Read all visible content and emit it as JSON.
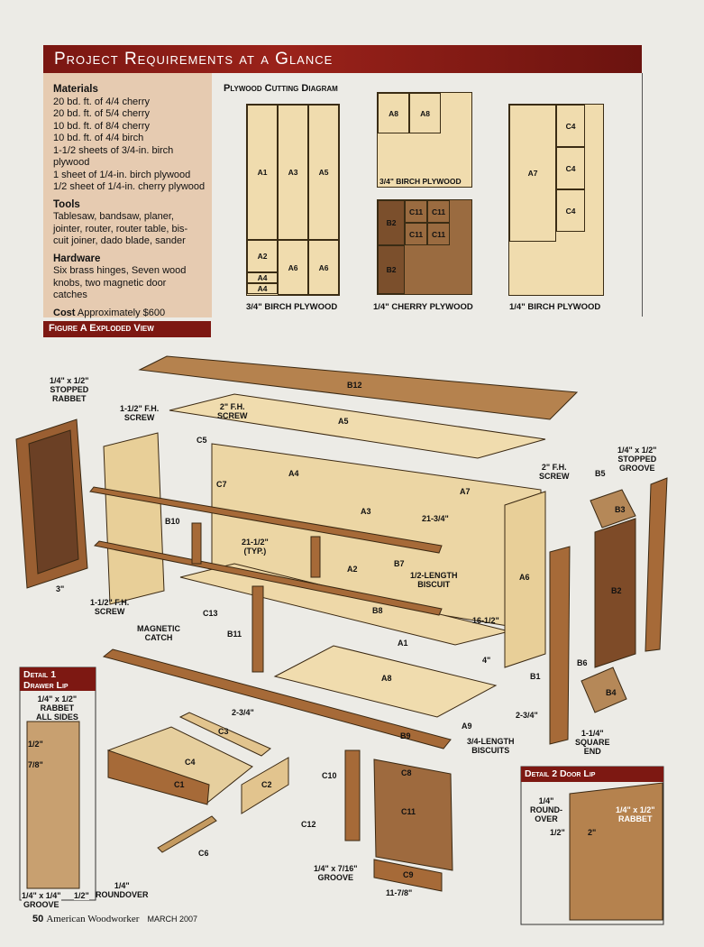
{
  "banner": {
    "title": "Project Requirements at a Glance"
  },
  "materials": {
    "heading": "Materials",
    "items": [
      "20 bd. ft. of 4/4 cherry",
      "20 bd. ft. of 5/4 cherry",
      "10 bd. ft. of 8/4 cherry",
      "10 bd. ft. of 4/4 birch",
      "1-1/2 sheets of 3/4-in. birch plywood",
      "1 sheet of 1/4-in. birch plywood",
      "1/2 sheet of 1/4-in. cherry plywood"
    ]
  },
  "tools": {
    "heading": "Tools",
    "text": [
      "Tablesaw, bandsaw, planer,",
      "jointer, router, router table, bis-",
      "cuit joiner, dado blade, sander"
    ]
  },
  "hardware": {
    "heading": "Hardware",
    "text": [
      "Six brass hinges, Seven wood",
      "knobs, two magnetic door",
      "catches"
    ]
  },
  "cost": {
    "heading": "Cost",
    "text": "Approximately $600"
  },
  "cutting_diagram": {
    "title": "Plywood Cutting Diagram",
    "sheet1": {
      "caption": "3/4\" BIRCH PLYWOOD",
      "parts": [
        "A1",
        "A3",
        "A5",
        "A2",
        "A6",
        "A6",
        "A4",
        "A4"
      ]
    },
    "sheet2": {
      "caption": "3/4\" BIRCH PLYWOOD",
      "parts": [
        "A8",
        "A8"
      ]
    },
    "sheet3": {
      "caption": "1/4\" CHERRY PLYWOOD",
      "parts": [
        "C11",
        "C11",
        "C11",
        "C11",
        "B2",
        "B2"
      ]
    },
    "sheet4": {
      "caption": "1/4\" BIRCH PLYWOOD",
      "parts": [
        "A7",
        "C4",
        "C4",
        "C4"
      ]
    }
  },
  "figure_a": {
    "title": "Figure A  Exploded View"
  },
  "parts_labels": [
    "B12",
    "A5",
    "C5",
    "A4",
    "C7",
    "A7",
    "A3",
    "B10",
    "A2",
    "B7",
    "A6",
    "B3",
    "B5",
    "B2",
    "C13",
    "B8",
    "A1",
    "B11",
    "A8",
    "B1",
    "B6",
    "B4",
    "A9",
    "B9",
    "C3",
    "C4",
    "C1",
    "C2",
    "C8",
    "C10",
    "C11",
    "C12",
    "C6",
    "C9"
  ],
  "callouts": {
    "stopped_rabbet": "1/4\" x 1/2\"\nSTOPPED\nRABBET",
    "fh_screw_top": "1-1/2\" F.H.\nSCREW",
    "fh_screw_2": "2\" F.H.\nSCREW",
    "fh_screw_right": "2\" F.H.\nSCREW",
    "stopped_groove": "1/4\" x 1/2\"\nSTOPPED\nGROOVE",
    "dim_21_3_4": "21-3/4\"",
    "dim_21_1_2": "21-1/2\"\n(TYP.)",
    "half_length_biscuit": "1/2-LENGTH\nBISCUIT",
    "dim_16_1_2": "16-1/2\"",
    "dim_4": "4\"",
    "dim_3": "3\"",
    "fh_screw_left": "1-1/2\" F.H.\nSCREW",
    "magnetic_catch": "MAGNETIC\nCATCH",
    "dim_2_3_4_a": "2-3/4\"",
    "dim_2_3_4_b": "2-3/4\"",
    "square_end": "1-1/4\"\nSQUARE\nEND",
    "three_quarter_biscuits": "3/4-LENGTH\nBISCUITS",
    "groove_7_16": "1/4\" x 7/16\"\nGROOVE",
    "dim_11_7_8": "11-7/8\""
  },
  "detail1": {
    "title": "Detail 1\nDrawer Lip",
    "rabbet": "1/4\" x 1/2\"\nRABBET\nALL SIDES",
    "dim_half": "1/2\"",
    "dim_7_8": "7/8\"",
    "groove": "1/4\" x 1/4\"\nGROOVE",
    "dim_half_b": "1/2\"",
    "roundover": "1/4\"\nROUNDOVER"
  },
  "detail2": {
    "title": "Detail 2  Door Lip",
    "roundover": "1/4\"\nROUND-\nOVER",
    "rabbet": "1/4\" x 1/2\"\nRABBET",
    "dim_half": "1/2\"",
    "dim_2": "2\""
  },
  "footer": {
    "page": "50",
    "magazine": "American Woodworker",
    "issue": "MARCH 2007"
  },
  "colors": {
    "banner": "#9b221a",
    "panel": "#e6cbb1",
    "plywood": "#f0dcae",
    "cherry": "#9a6b40"
  }
}
